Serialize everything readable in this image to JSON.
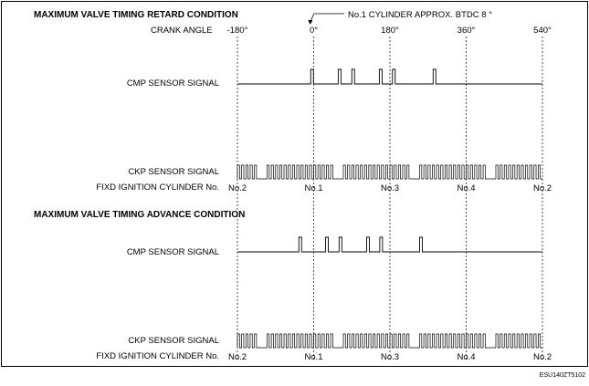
{
  "retard": {
    "title": "MAXIMUM VALVE TIMING RETARD CONDITION",
    "cmp_label": "CMP SENSOR SIGNAL",
    "ckp_label": "CKP SENSOR SIGNAL",
    "cyl_label": "FIXD IGNITION CYLINDER No.",
    "cmp_pulse_angles": [
      -7,
      58,
      90,
      155,
      186,
      282
    ]
  },
  "advance": {
    "title": "MAXIMUM VALVE TIMING ADVANCE CONDITION",
    "cmp_label": "CMP SENSOR SIGNAL",
    "ckp_label": "CKP SENSOR SIGNAL",
    "cyl_label": "FIXD IGNITION CYLINDER No.",
    "cmp_pulse_angles": [
      -35,
      28,
      60,
      125,
      156,
      250
    ]
  },
  "crank_angle_label": "CRANK ANGLE",
  "annotation": "No.1 CYLINDER APPROX. BTDC 8 °",
  "angle_ticks": [
    "-180°",
    "0°",
    "180°",
    "360°",
    "540°"
  ],
  "cylinders": [
    "No.2",
    "No.1",
    "No.3",
    "No.4",
    "No.2"
  ],
  "ckp_missing_teeth_angles": [
    -120,
    60,
    240,
    420
  ],
  "figure_code": "ESU140ZT5102"
}
